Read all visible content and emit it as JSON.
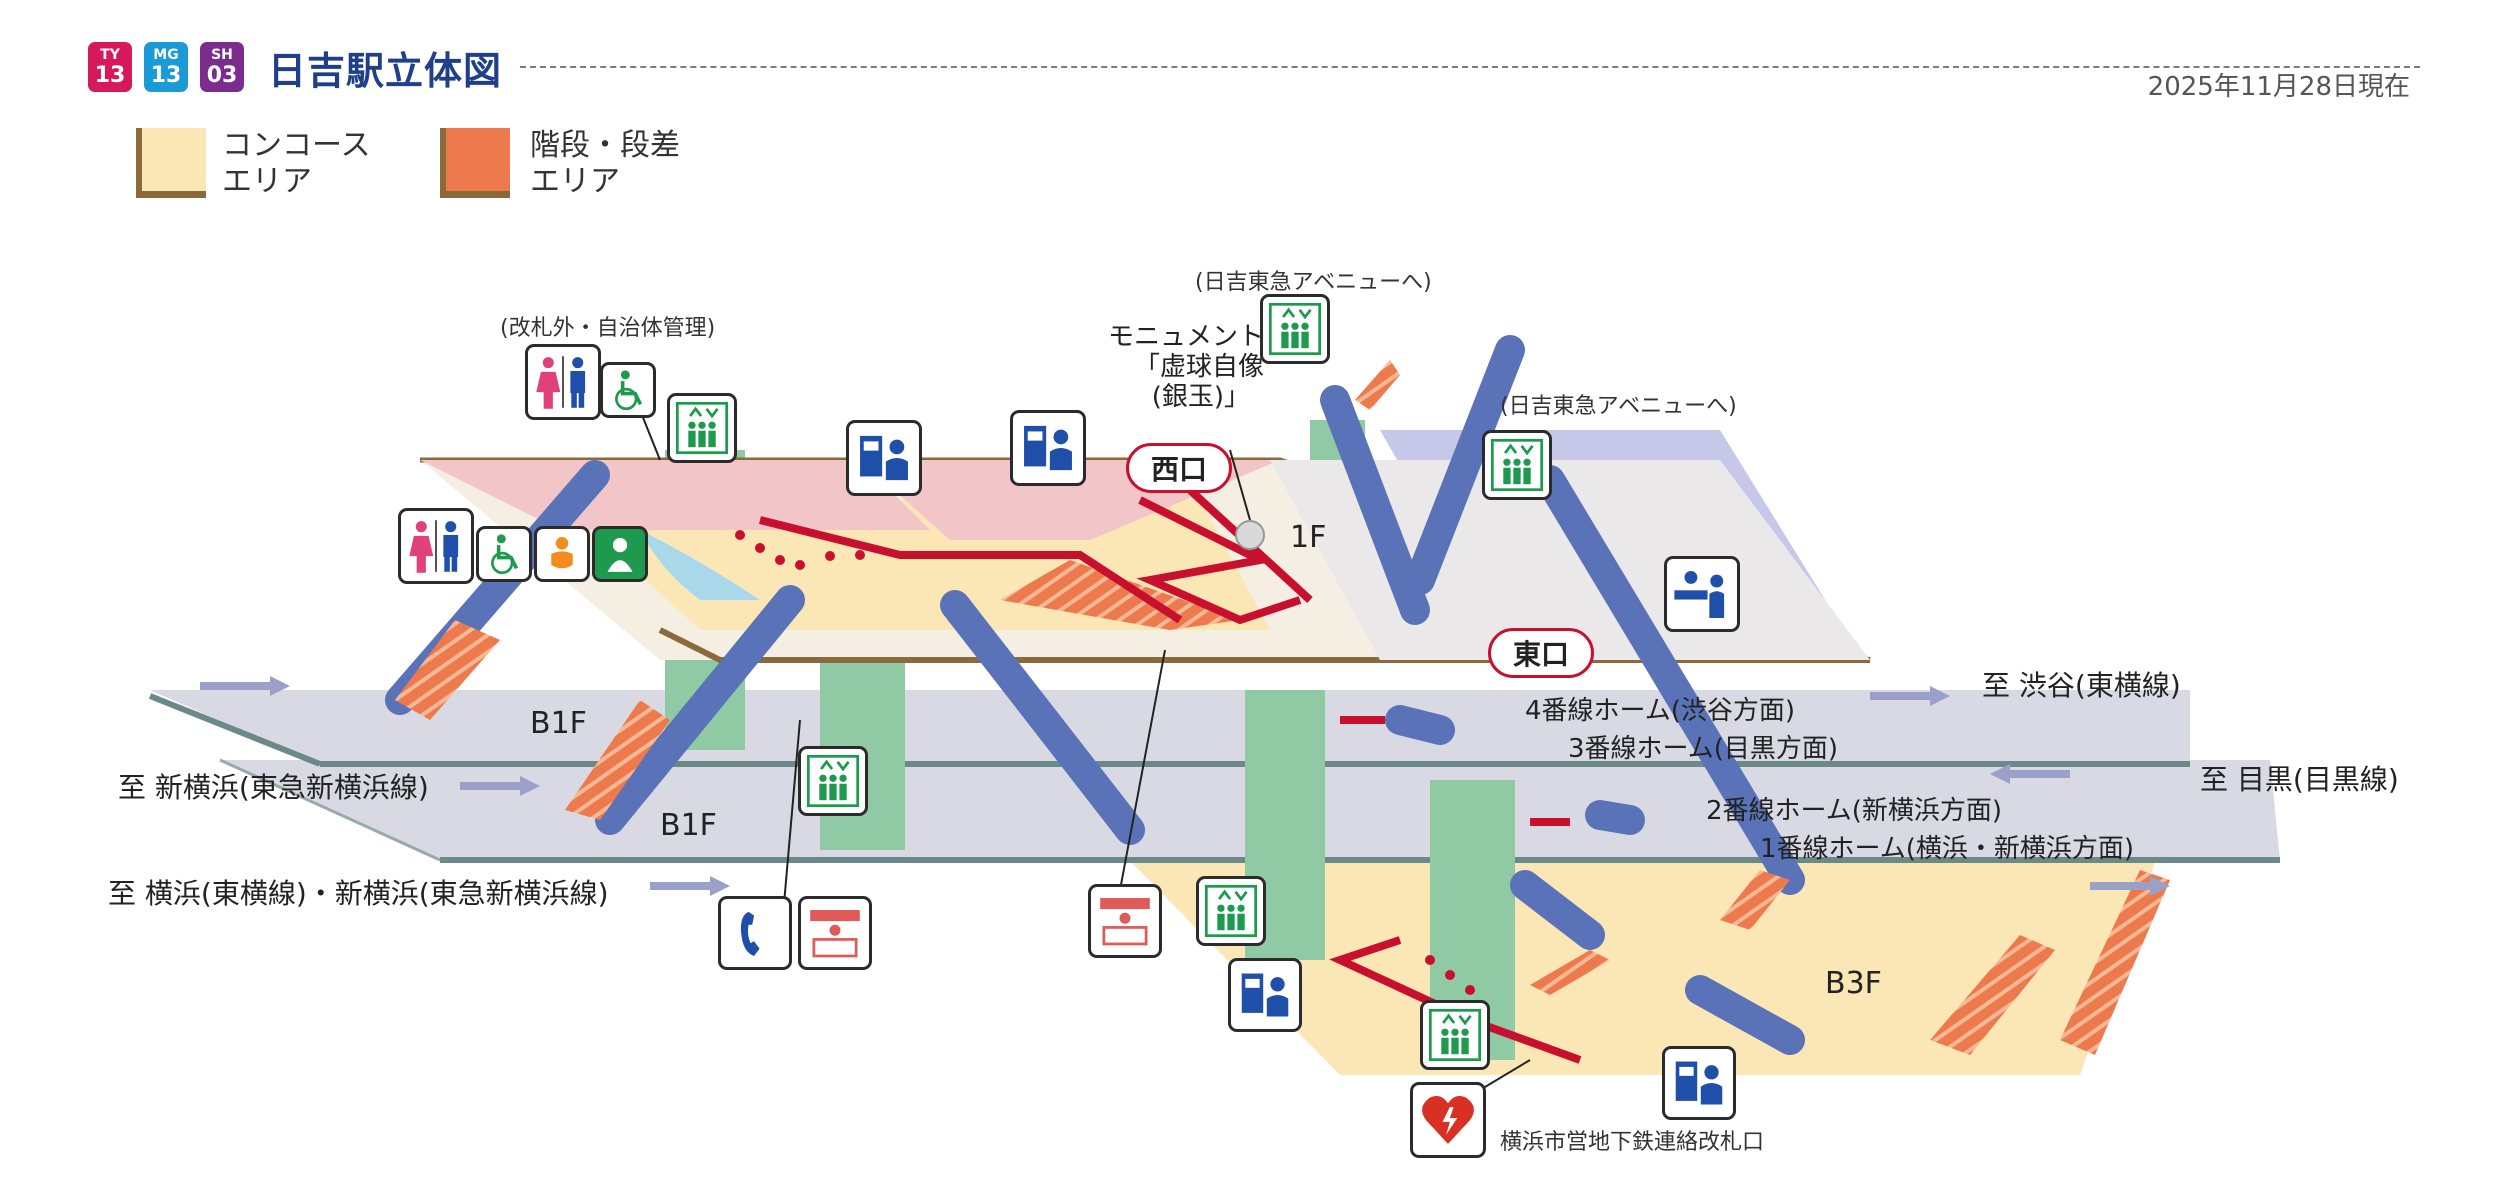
{
  "header": {
    "lines": [
      {
        "code": "TY",
        "number": "13",
        "color": "#d6195a"
      },
      {
        "code": "MG",
        "number": "13",
        "color": "#1a9ad6"
      },
      {
        "code": "SH",
        "number": "03",
        "color": "#7b2d8e"
      }
    ],
    "title": "日吉駅立体図",
    "date": "2025年11月28日現在"
  },
  "legend": [
    {
      "line1": "コンコース",
      "line2": "エリア",
      "color": "#fbe7b6"
    },
    {
      "line1": "階段・段差",
      "line2": "エリア",
      "color": "#ec7a4c"
    }
  ],
  "floors": {
    "f1": "1F",
    "b1a": "B1F",
    "b1b": "B1F",
    "b3": "B3F"
  },
  "exits": {
    "west": "西口",
    "east": "東口"
  },
  "labels": {
    "outside_gate": "(改札外・自治体管理)",
    "avenue_top": "(日吉東急アベニューへ)",
    "avenue_right": "(日吉東急アベニューへ)",
    "monument_line1": "モニュメント",
    "monument_line2": "「虚球自像",
    "monument_line3": "(銀玉)」",
    "subway_gate": "横浜市営地下鉄連絡改札口"
  },
  "destinations": {
    "shibuya": "至 渋谷(東横線)",
    "meguro": "至 目黒(目黒線)",
    "shinyokohama": "至 新横浜(東急新横浜線)",
    "yokohama": "至 横浜(東横線)・新横浜(東急新横浜線)"
  },
  "platforms": {
    "p4": "4番線ホーム(渋谷方面)",
    "p3": "3番線ホーム(目黒方面)",
    "p2": "2番線ホーム(新横浜方面)",
    "p1": "1番線ホーム(横浜・新横浜方面)"
  },
  "colors": {
    "concourse": "#fbe7b6",
    "stairs": "#ec7a4c",
    "platform": "#d8d8e2",
    "escalator": "#5a73b8",
    "pillar": "#8fcaa5",
    "route": "#c8102e",
    "upper_pink": "#f2c6c8"
  },
  "icons": [
    "restroom-icon",
    "wheelchair-icon",
    "elevator-icon",
    "ticket-machine-icon",
    "baby-care-icon",
    "multipurpose-room-icon",
    "ticket-office-icon",
    "telephone-icon",
    "shop-icon",
    "aed-icon"
  ]
}
